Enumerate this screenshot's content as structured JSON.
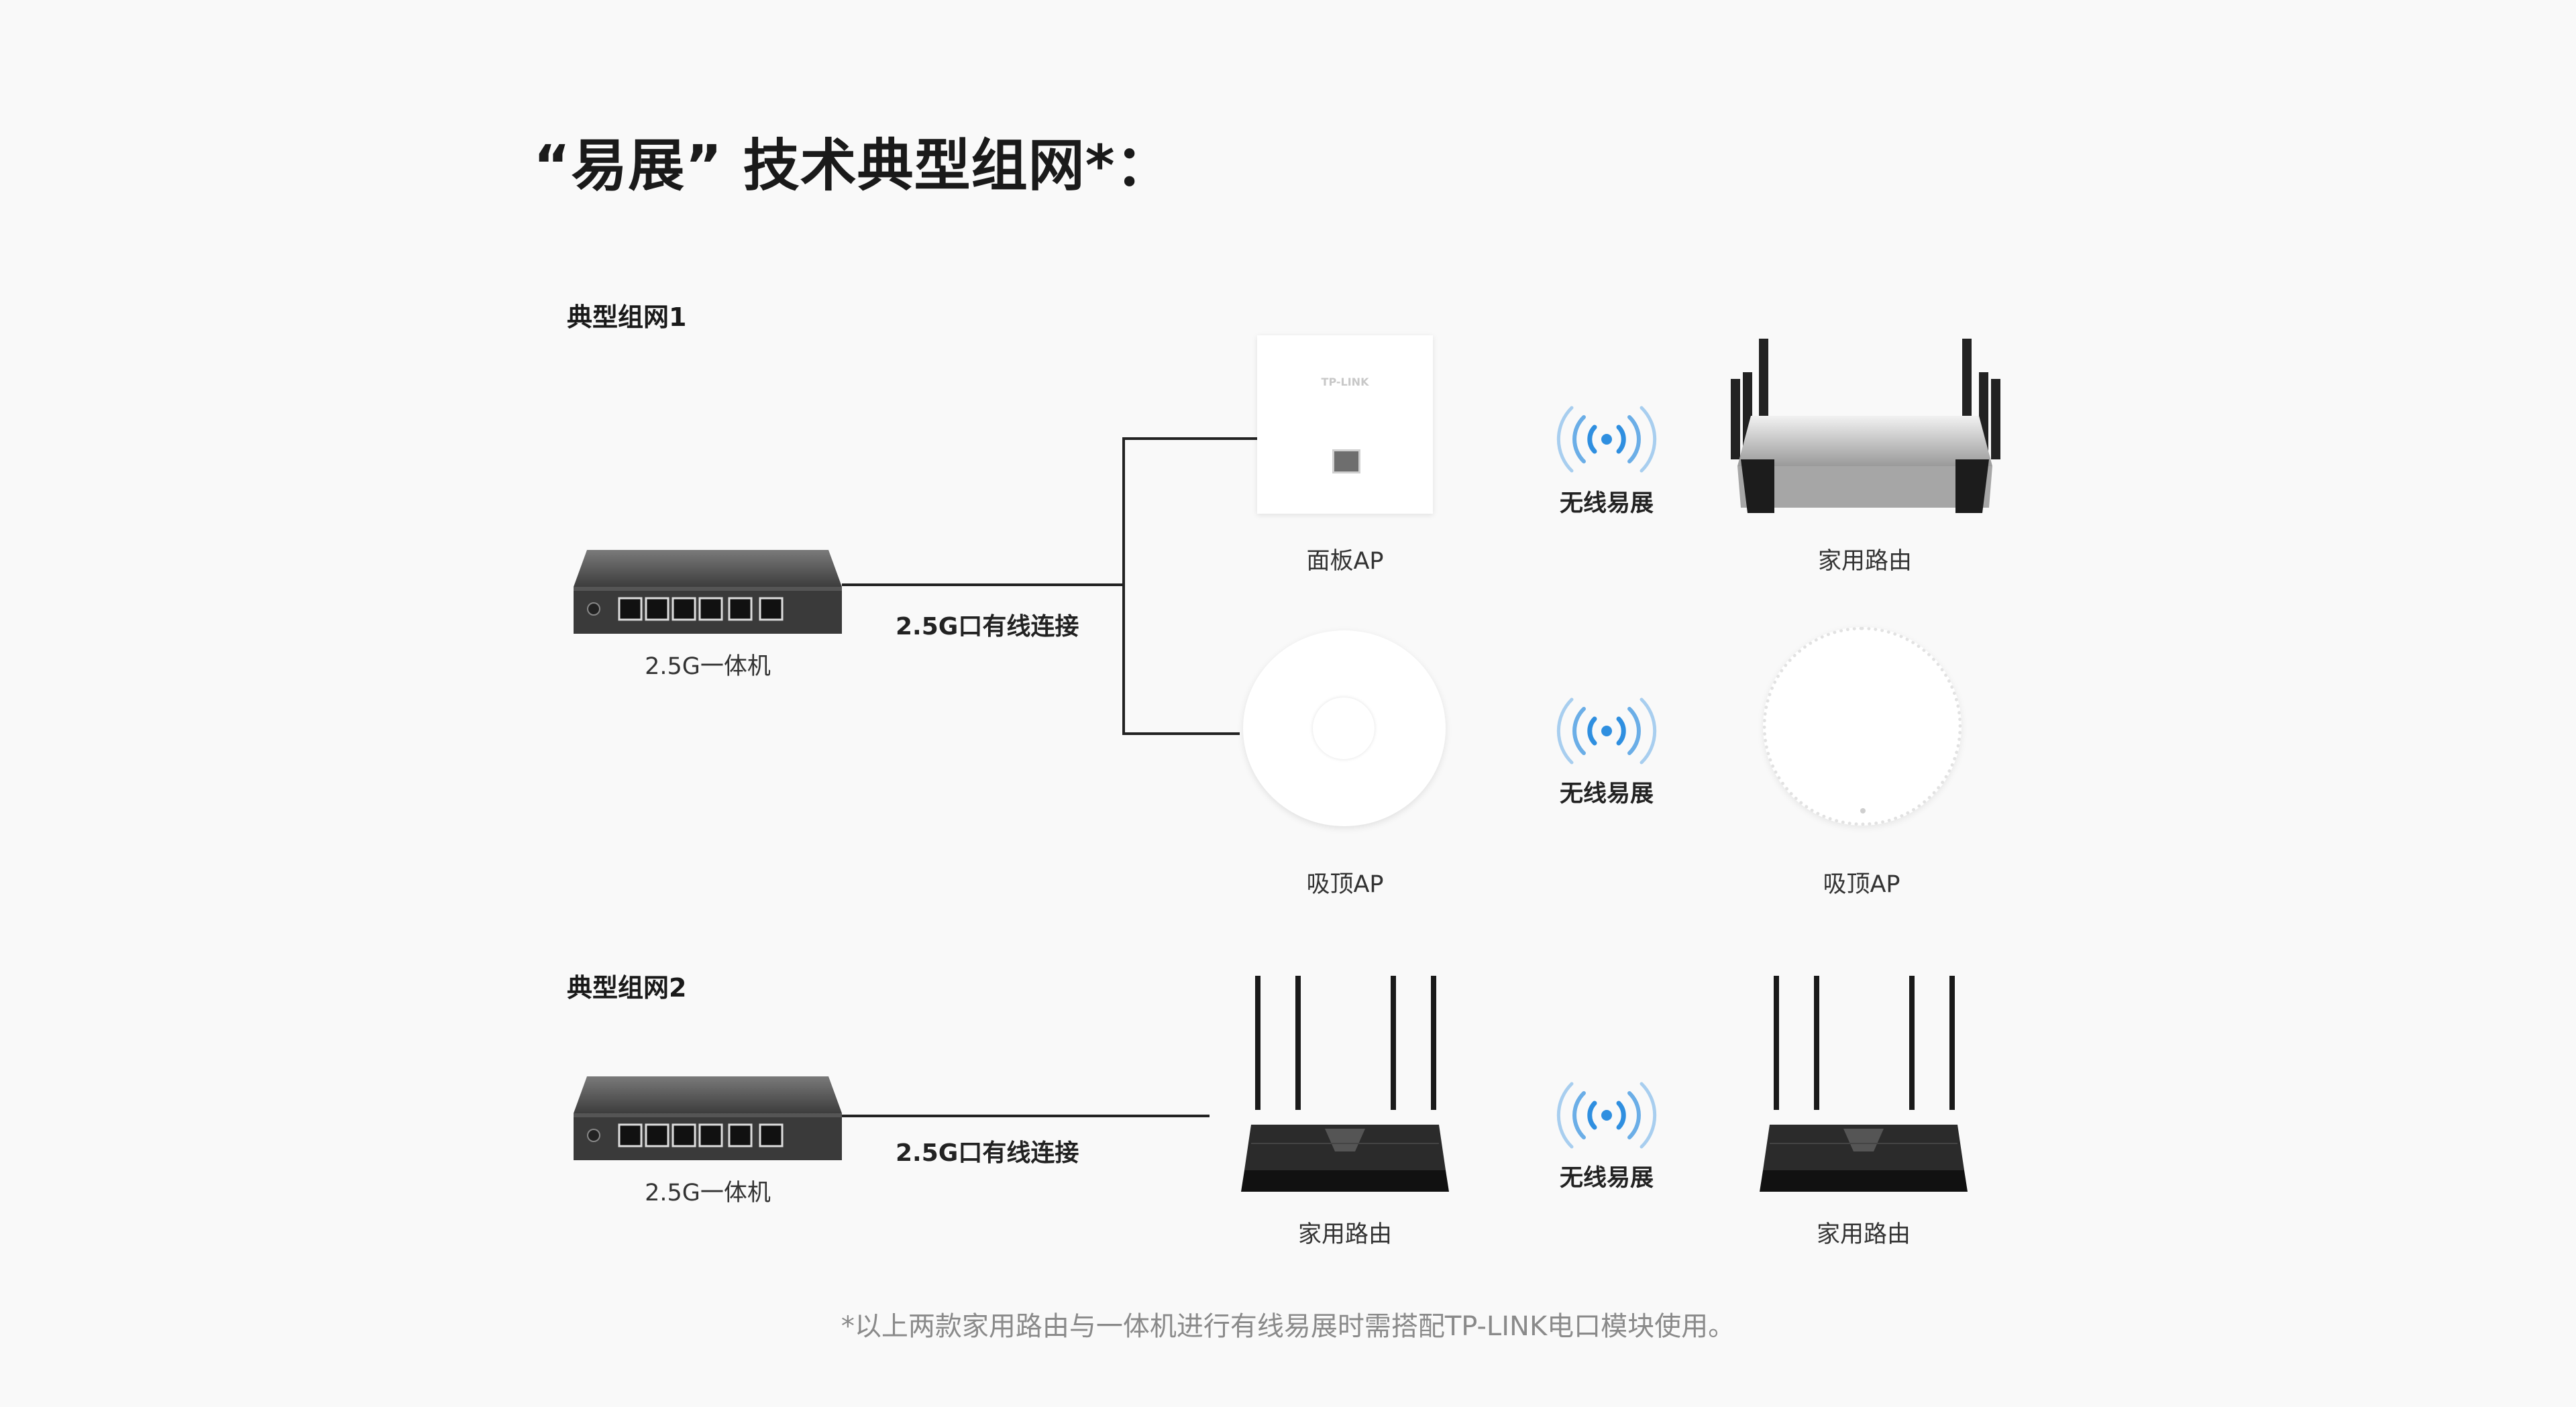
{
  "title": "“易展” 技术典型组网*：",
  "topology1": {
    "heading": "典型组网1",
    "main_device": {
      "label": "2.5G一体机",
      "icon": "gateway-device"
    },
    "link_label": "2.5G口有线连接",
    "rows": [
      {
        "left": {
          "label": "面板AP",
          "icon": "panel-ap",
          "brand": "TP-LINK"
        },
        "wireless": "无线易展",
        "right": {
          "label": "家用路由",
          "icon": "silver-router"
        }
      },
      {
        "left": {
          "label": "吸顶AP",
          "icon": "ceiling-ap"
        },
        "wireless": "无线易展",
        "right": {
          "label": "吸顶AP",
          "icon": "ceiling-ap-round"
        }
      }
    ]
  },
  "topology2": {
    "heading": "典型组网2",
    "main_device": {
      "label": "2.5G一体机",
      "icon": "gateway-device"
    },
    "link_label": "2.5G口有线连接",
    "left": {
      "label": "家用路由",
      "icon": "black-router"
    },
    "wireless": "无线易展",
    "right": {
      "label": "家用路由",
      "icon": "black-router"
    }
  },
  "footnote": "*以上两款家用路由与一体机进行有线易展时需搭配TP-LINK电口模块使用。",
  "colors": {
    "wifi": "#2f8fe0",
    "line": "#222222",
    "footnote": "#8a8a8a"
  }
}
